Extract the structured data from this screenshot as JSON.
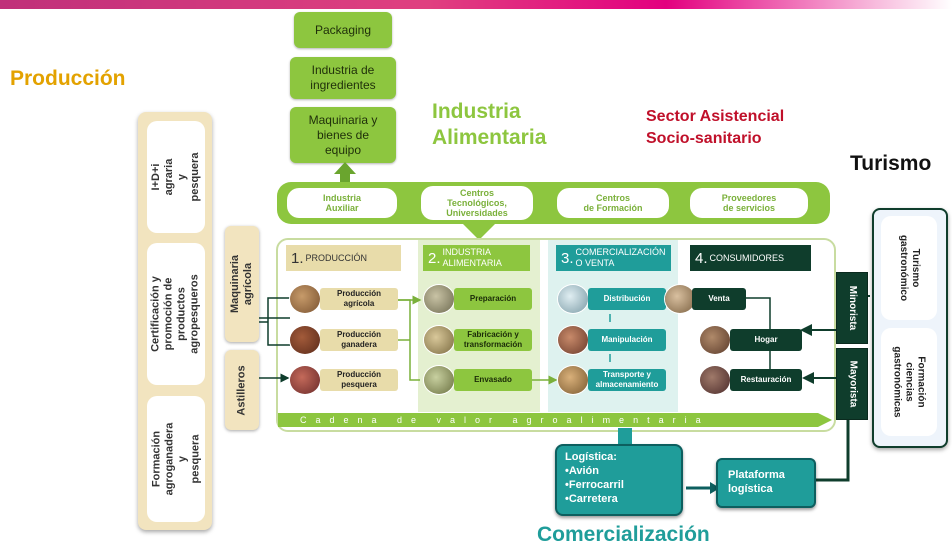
{
  "headings": {
    "produccion": "Producción",
    "industria": "Industria\nAlimentaria",
    "sector": "Sector Asistencial\nSocio-sanitario",
    "turismo": "Turismo",
    "comercializacion": "Comercialización"
  },
  "top_boxes": [
    "Packaging",
    "Industria de\ningredientes",
    "Maquinaria y\nbienes de\nequipo"
  ],
  "left_boxes": [
    "I+D+i agraria\ny pesquera",
    "Certificación y\npromoción de\nproductos\nagropesqueros",
    "Formación\nagroganadera y\npesquera"
  ],
  "side_boxes": [
    "Maquinaria\nagrícola",
    "Astilleros"
  ],
  "pills": [
    "Industria\nAuxiliar",
    "Centros\nTecnológicos,\nUniversidades",
    "Centros\nde Formación",
    "Proveedores\nde servicios"
  ],
  "columns": [
    {
      "num": "1.",
      "label": "PRODUCCIÓN"
    },
    {
      "num": "2.",
      "label": "INDUSTRIA\nALIMENTARIA"
    },
    {
      "num": "3.",
      "label": "COMERCIALIZACIÓN\nO VENTA"
    },
    {
      "num": "4.",
      "label": "CONSUMIDORES"
    }
  ],
  "col1": [
    "Producción\nagrícola",
    "Producción\nganadera",
    "Producción\npesquera"
  ],
  "col2": [
    "Preparación",
    "Fabricación y\ntransformación",
    "Envasado"
  ],
  "col3": [
    "Distribución",
    "Manipulación",
    "Transporte y\nalmacenamiento"
  ],
  "col4": [
    "Venta",
    "Hogar",
    "Restauración"
  ],
  "cadena": "Cadena de valor agroalimentaria",
  "minorista": "Minorista",
  "mayorista": "Mayorista",
  "turismo_boxes": [
    "Turismo\ngastronómico",
    "Formación\nciencias\ngastronómicas"
  ],
  "logistica": "Logística:\n•Avión\n•Ferrocarril\n•Carretera",
  "plataforma": "Plataforma\nlogística",
  "colors": {
    "green": "#8dc63f",
    "teal": "#1f9d9a",
    "dark_green": "#0f3d2c",
    "tan": "#f2e4bf",
    "produccion_heading": "#e3a200",
    "industria_heading": "#8dc63f",
    "sector_heading": "#c0102a"
  }
}
